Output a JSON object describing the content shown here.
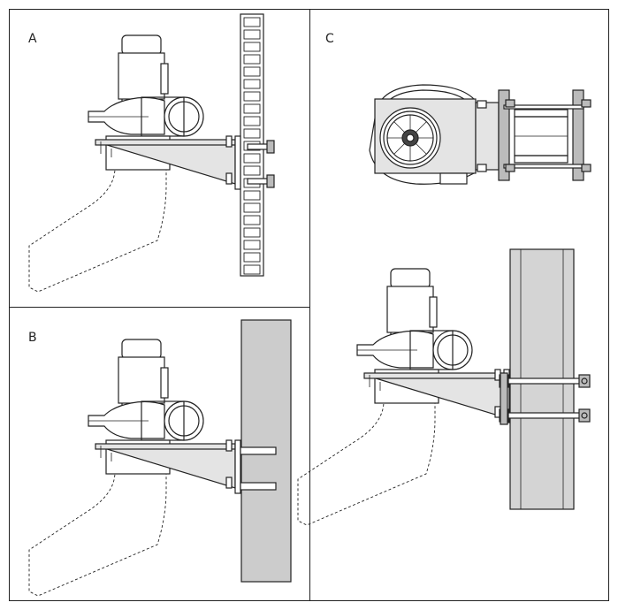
{
  "panels": [
    {
      "id": "A",
      "label": "A"
    },
    {
      "id": "B",
      "label": "B"
    },
    {
      "id": "C",
      "label": "C"
    }
  ],
  "colors": {
    "line": "#222222",
    "bracket_fill": "#e4e4e4",
    "wall_fill": "#cccccc",
    "beam_fill": "#d4d4d4",
    "background": "#ffffff"
  }
}
